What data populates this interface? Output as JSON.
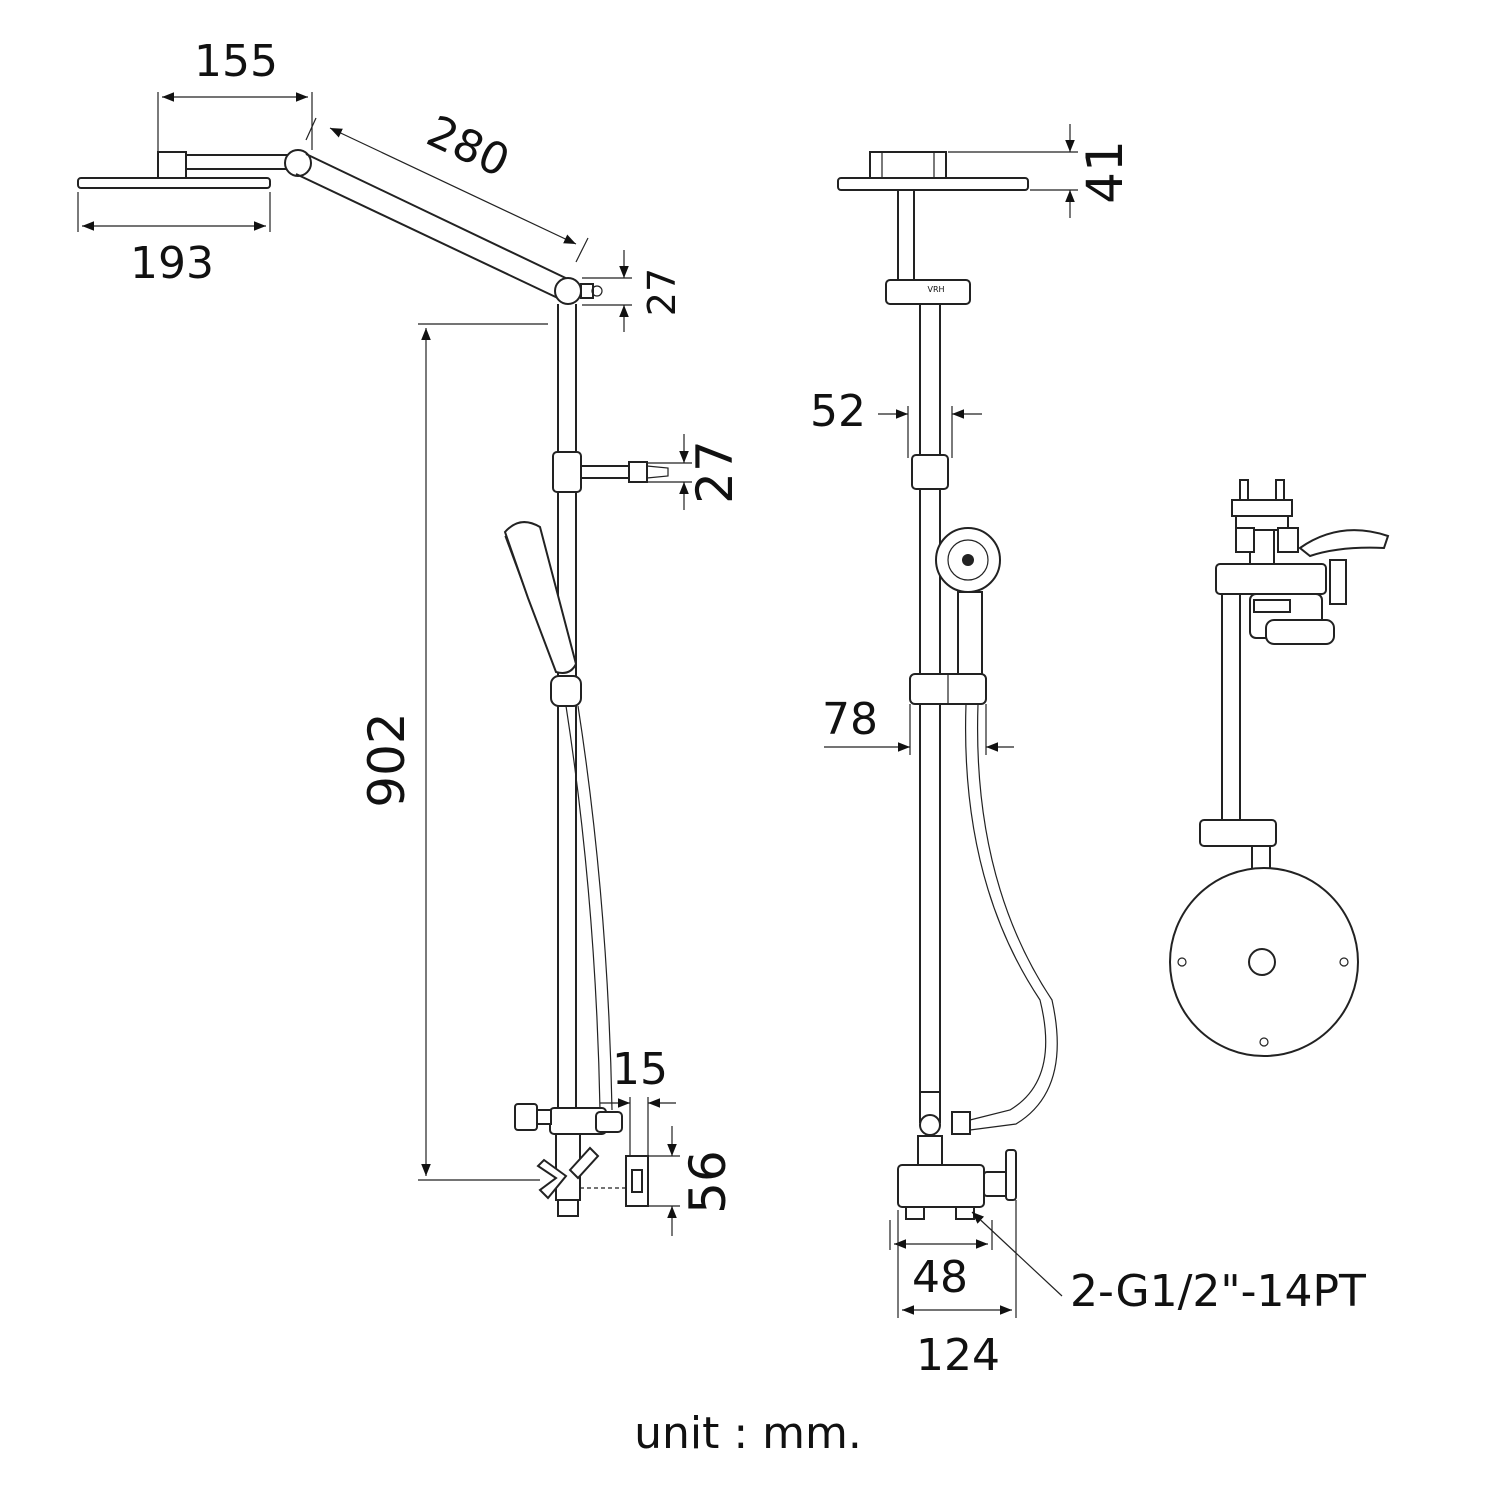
{
  "dimensions": {
    "shower_head_arm_offset": "155",
    "arm_length": "280",
    "shower_head_diameter": "193",
    "top_bracket_offset": "27",
    "middle_bracket_offset": "27",
    "rail_height": "902",
    "mixer_offset": "15",
    "mixer_depth": "56",
    "front_head_height": "41",
    "rail_clamp_width": "52",
    "slider_width": "78",
    "inlet_spacing": "48",
    "mixer_width": "124"
  },
  "labels": {
    "thread_spec": "2-G1/2\"-14PT",
    "unit_note": "unit : mm.",
    "brand_mark": "VRH"
  }
}
